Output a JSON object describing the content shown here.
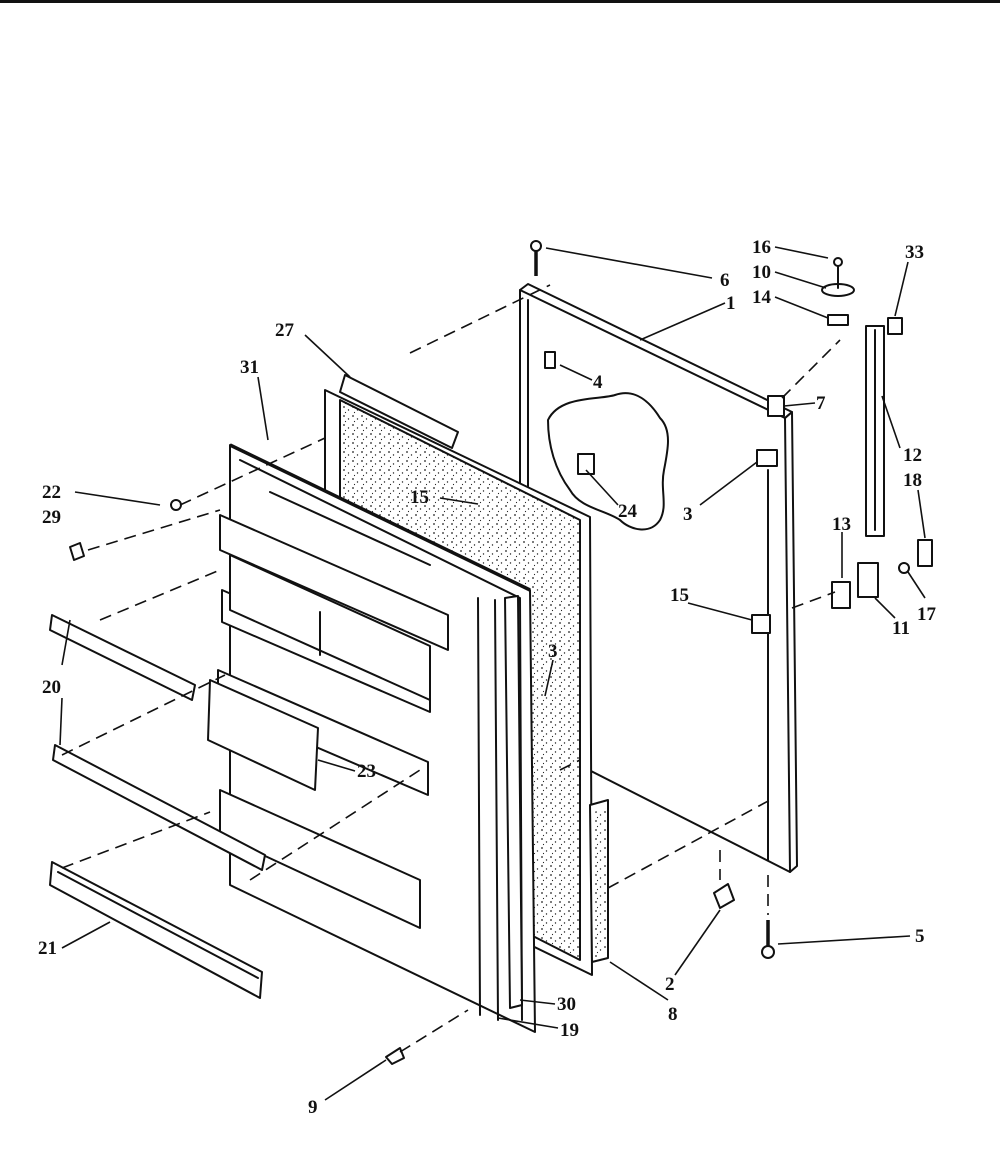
{
  "diagram": {
    "callouts": [
      {
        "id": "c16",
        "text": "16"
      },
      {
        "id": "c33",
        "text": "33"
      },
      {
        "id": "c10",
        "text": "10"
      },
      {
        "id": "c6",
        "text": "6"
      },
      {
        "id": "c14",
        "text": "14"
      },
      {
        "id": "c1",
        "text": "1"
      },
      {
        "id": "c27",
        "text": "27"
      },
      {
        "id": "c31",
        "text": "31"
      },
      {
        "id": "c4",
        "text": "4"
      },
      {
        "id": "c7",
        "text": "7"
      },
      {
        "id": "c12",
        "text": "12"
      },
      {
        "id": "c22",
        "text": "22"
      },
      {
        "id": "c18",
        "text": "18"
      },
      {
        "id": "c29",
        "text": "29"
      },
      {
        "id": "c15a",
        "text": "15"
      },
      {
        "id": "c24",
        "text": "24"
      },
      {
        "id": "c3a",
        "text": "3"
      },
      {
        "id": "c13",
        "text": "13"
      },
      {
        "id": "c15b",
        "text": "15"
      },
      {
        "id": "c17",
        "text": "17"
      },
      {
        "id": "c11",
        "text": "11"
      },
      {
        "id": "c20",
        "text": "20"
      },
      {
        "id": "c3b",
        "text": "3"
      },
      {
        "id": "c23",
        "text": "23"
      },
      {
        "id": "c5",
        "text": "5"
      },
      {
        "id": "c21",
        "text": "21"
      },
      {
        "id": "c2",
        "text": "2"
      },
      {
        "id": "c30",
        "text": "30"
      },
      {
        "id": "c8",
        "text": "8"
      },
      {
        "id": "c19",
        "text": "19"
      },
      {
        "id": "c9",
        "text": "9"
      }
    ]
  }
}
